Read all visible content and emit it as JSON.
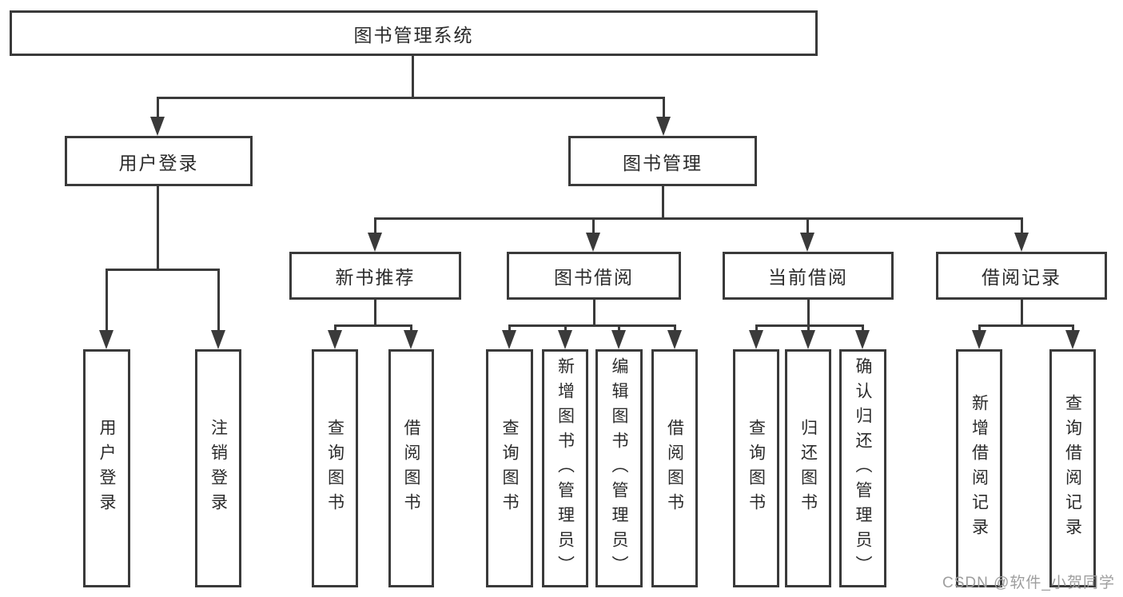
{
  "nodes": {
    "root": "图书管理系统",
    "user_login": "用户登录",
    "book_mgmt": "图书管理",
    "new_book_rec": "新书推荐",
    "book_borrow": "图书借阅",
    "current_borrow": "当前借阅",
    "borrow_records": "借阅记录"
  },
  "leaves": {
    "user_login": [
      "用户登录",
      "注销登录"
    ],
    "new_book_rec": [
      "查询图书",
      "借阅图书"
    ],
    "book_borrow": [
      "查询图书",
      "新增图书（管理员）",
      "编辑图书（管理员）",
      "借阅图书"
    ],
    "current_borrow": [
      "查询图书",
      "归还图书",
      "确认归还（管理员）"
    ],
    "borrow_records": [
      "新增借阅记录",
      "查询借阅记录"
    ]
  },
  "watermark": "CSDN @软件_小贺同学",
  "colors": {
    "line": "#3a3a3a",
    "text": "#2b2b2b",
    "watermark": "#9e9e9e",
    "background": "#ffffff"
  }
}
